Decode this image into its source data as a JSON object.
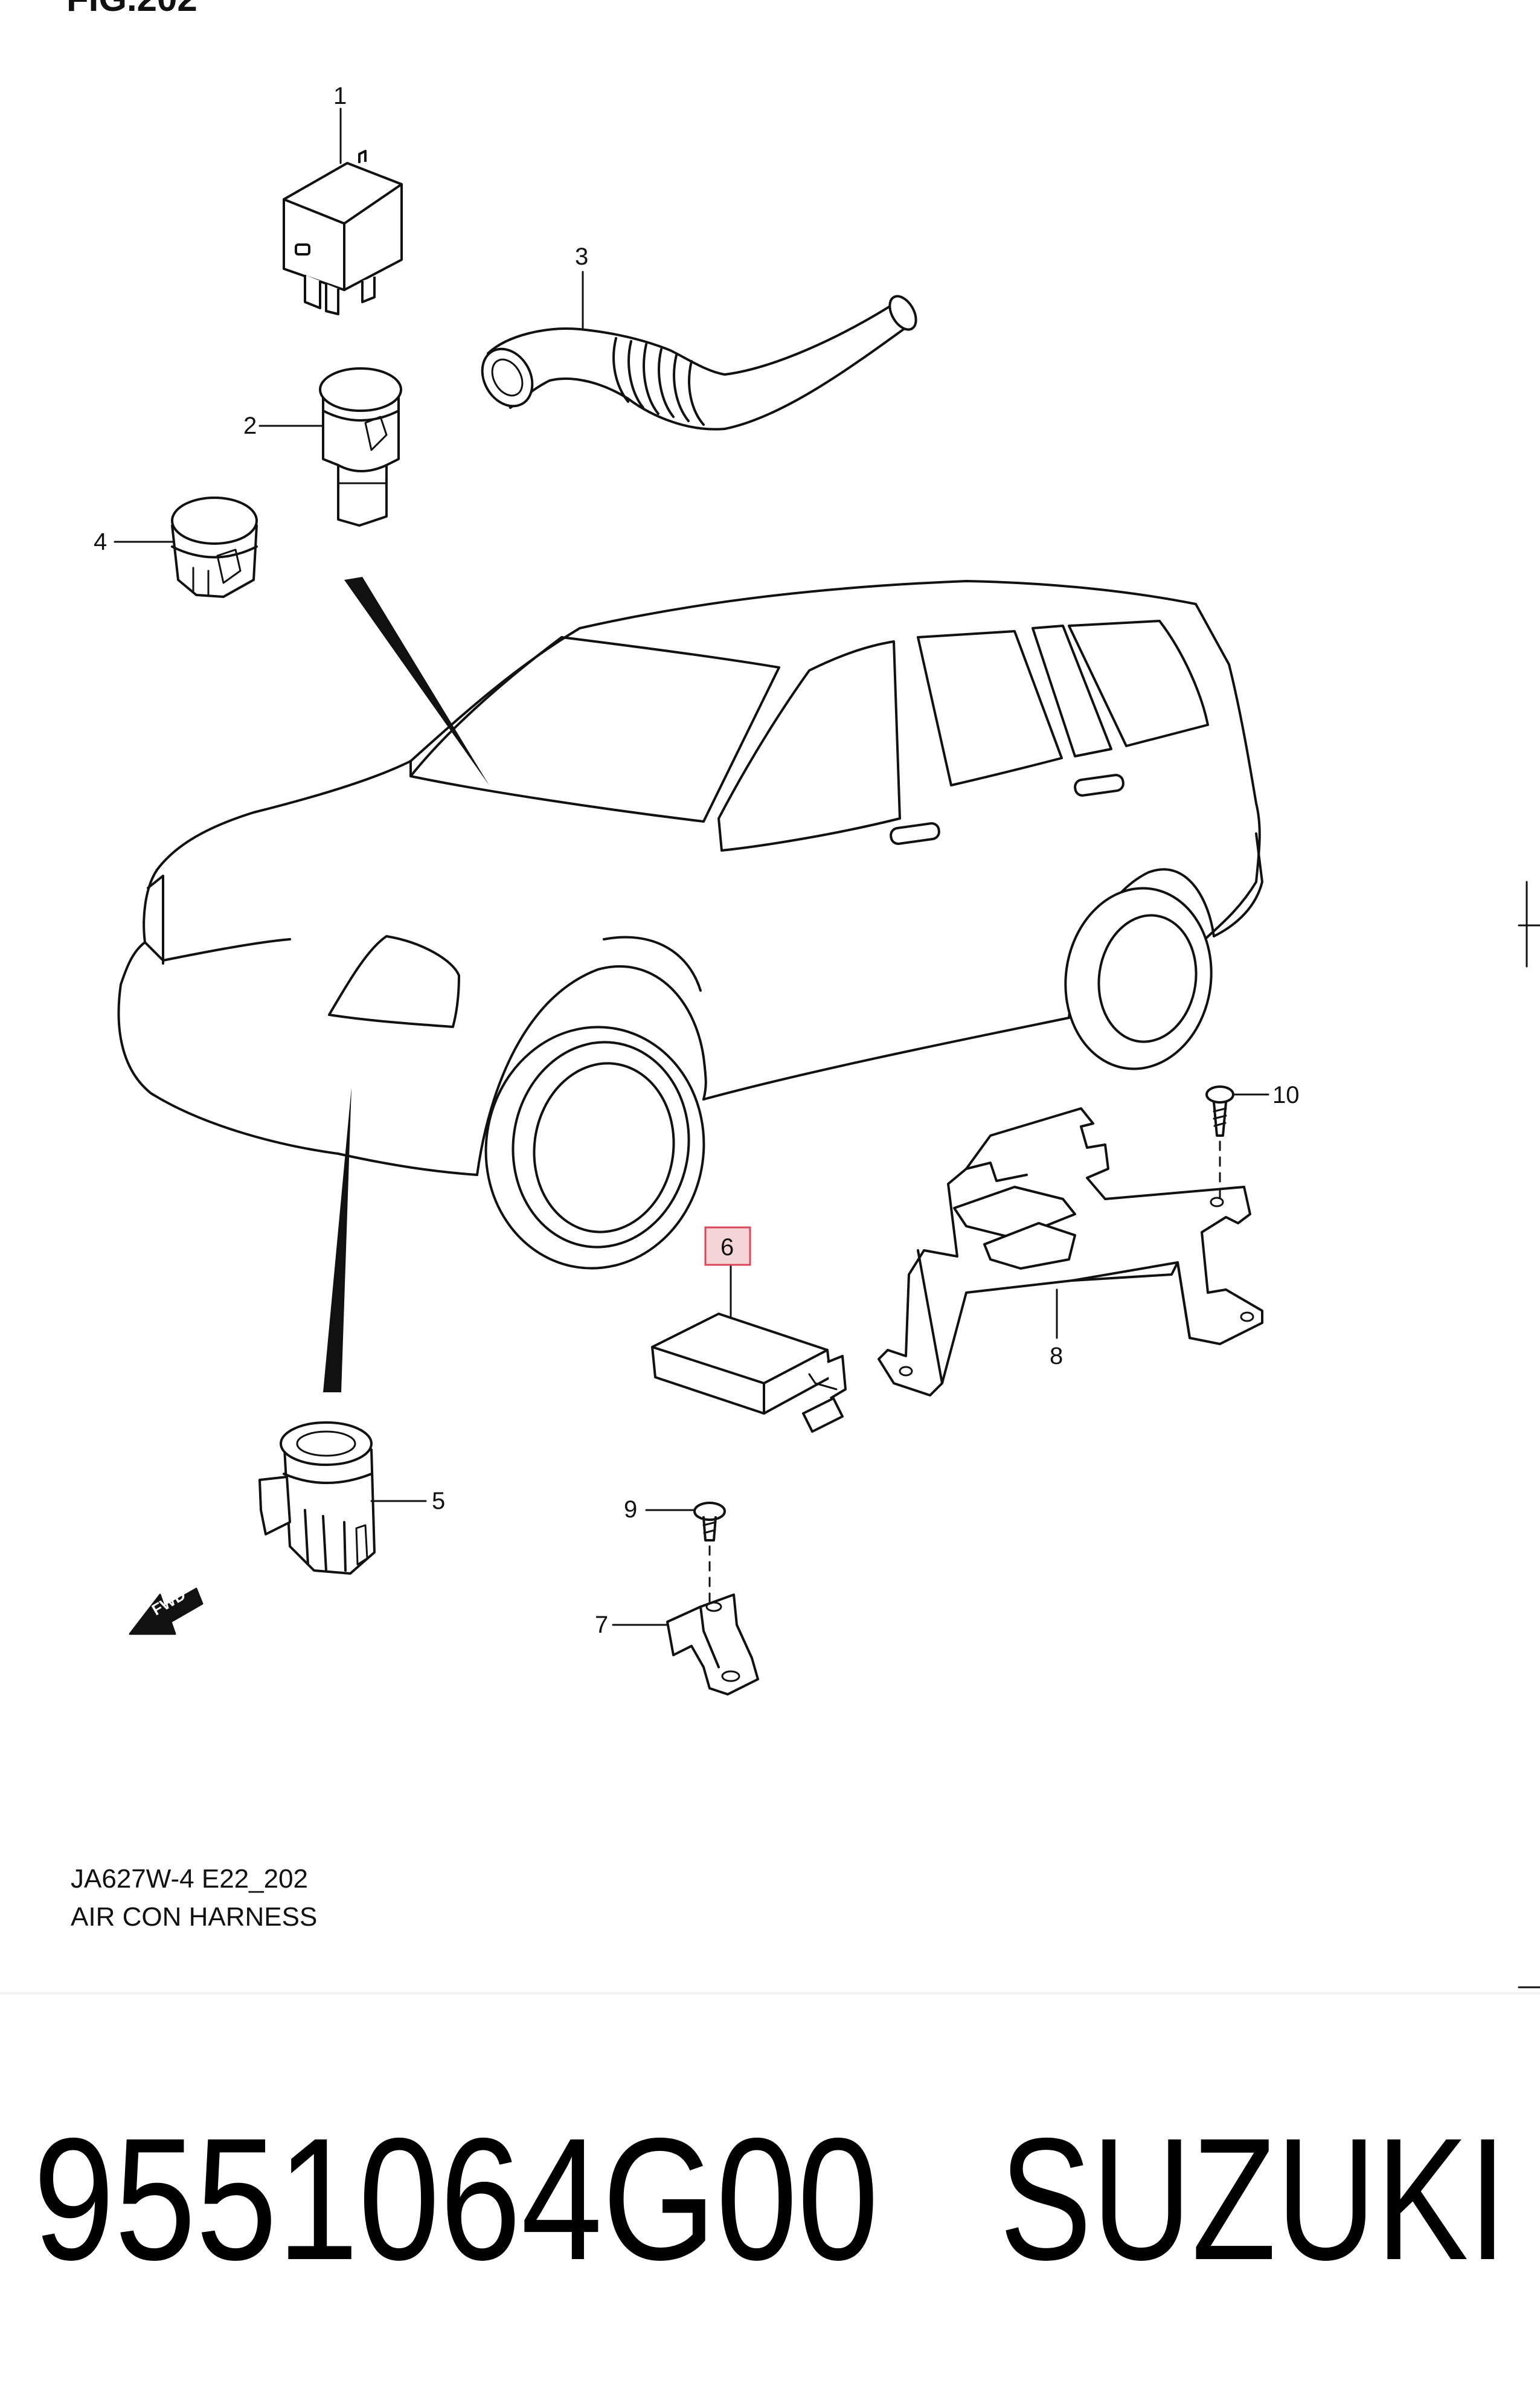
{
  "figure_title": "FIG.202",
  "callouts": {
    "c1": "1",
    "c2": "2",
    "c3": "3",
    "c4": "4",
    "c5": "5",
    "c6": "6",
    "c7": "7",
    "c8": "8",
    "c9": "9",
    "c10": "10"
  },
  "highlighted_callout": "6",
  "highlight_color": "#f6d5d8",
  "highlight_border": "#d9475a",
  "fwd_label": "FWD",
  "caption": {
    "code": "JA627W-4 E22_202",
    "name": "AIR CON HARNESS"
  },
  "part_number": "9551064G00",
  "brand": "SUZUKI"
}
